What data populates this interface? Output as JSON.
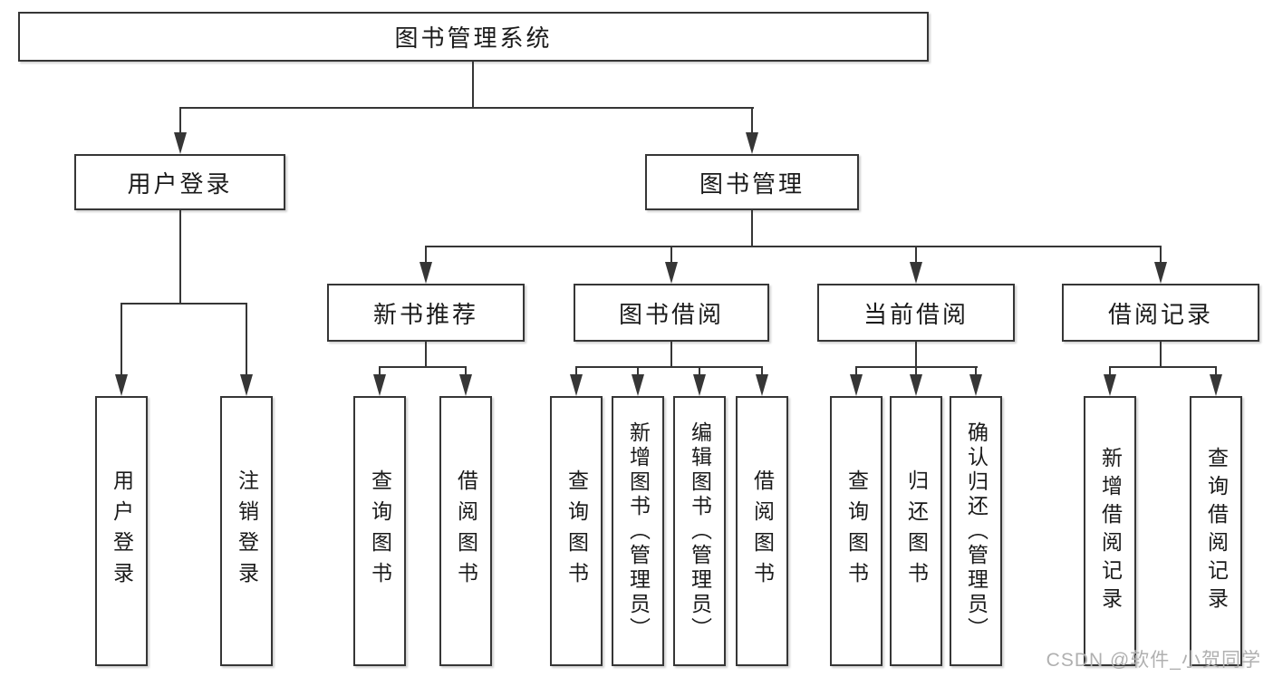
{
  "colors": {
    "line": "#363636",
    "box_border": "#363636",
    "box_fill": "#ffffff",
    "text": "#1a1a1a",
    "watermark": "#b0b0b0",
    "background": "#ffffff"
  },
  "watermark": {
    "text": "CSDN @软件_小贺同学"
  },
  "org_chart": {
    "type": "tree",
    "root": {
      "label": "图书管理系统"
    },
    "level2": [
      {
        "id": "user-login",
        "label": "用户登录",
        "parent": "图书管理系统"
      },
      {
        "id": "book-management",
        "label": "图书管理",
        "parent": "图书管理系统"
      }
    ],
    "level3": [
      {
        "id": "new-book-recommend",
        "label": "新书推荐",
        "parent": "图书管理"
      },
      {
        "id": "book-borrow",
        "label": "图书借阅",
        "parent": "图书管理"
      },
      {
        "id": "current-borrow",
        "label": "当前借阅",
        "parent": "图书管理"
      },
      {
        "id": "borrow-records",
        "label": "借阅记录",
        "parent": "图书管理"
      }
    ],
    "leaves": [
      {
        "label": "用户登录",
        "parent": "用户登录"
      },
      {
        "label": "注销登录",
        "parent": "用户登录"
      },
      {
        "label": "查询图书",
        "parent": "新书推荐"
      },
      {
        "label": "借阅图书",
        "parent": "新书推荐"
      },
      {
        "label": "查询图书",
        "parent": "图书借阅"
      },
      {
        "label": "新增图书（管理员）",
        "parent": "图书借阅"
      },
      {
        "label": "编辑图书（管理员）",
        "parent": "图书借阅"
      },
      {
        "label": "借阅图书",
        "parent": "图书借阅"
      },
      {
        "label": "查询图书",
        "parent": "当前借阅"
      },
      {
        "label": "归还图书",
        "parent": "当前借阅"
      },
      {
        "label": "确认归还（管理员）",
        "parent": "当前借阅"
      },
      {
        "label": "新增借阅记录",
        "parent": "借阅记录"
      },
      {
        "label": "查询借阅记录",
        "parent": "借阅记录"
      }
    ]
  }
}
